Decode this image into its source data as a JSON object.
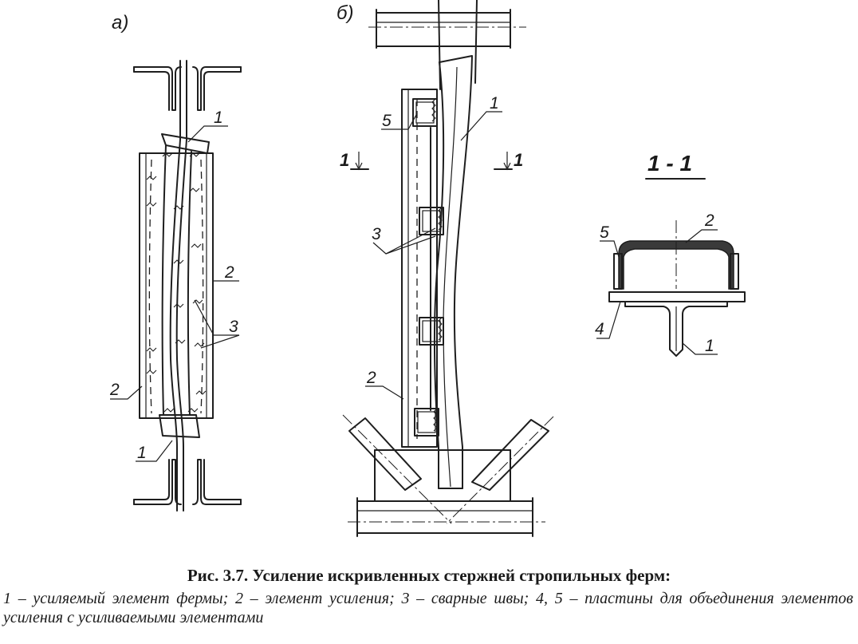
{
  "panels": {
    "a": {
      "title": "а)"
    },
    "b": {
      "title": "б)"
    },
    "section": {
      "title": "1 - 1"
    }
  },
  "cut_marks": {
    "left": "1",
    "right": "1"
  },
  "callouts": {
    "a": [
      "1",
      "2",
      "3",
      "2",
      "1"
    ],
    "b": [
      "5",
      "1",
      "3",
      "2"
    ],
    "section": [
      "5",
      "2",
      "4",
      "1"
    ]
  },
  "caption": {
    "title": "Рис. 3.7. Усиление искривленных стержней стропильных ферм:",
    "legend": "1 – усиляемый элемент фермы;  2 – элемент усиления;  3 – сварные швы;  4, 5 – пластины для объединения элементов усиления с усиливаемыми элементами"
  }
}
